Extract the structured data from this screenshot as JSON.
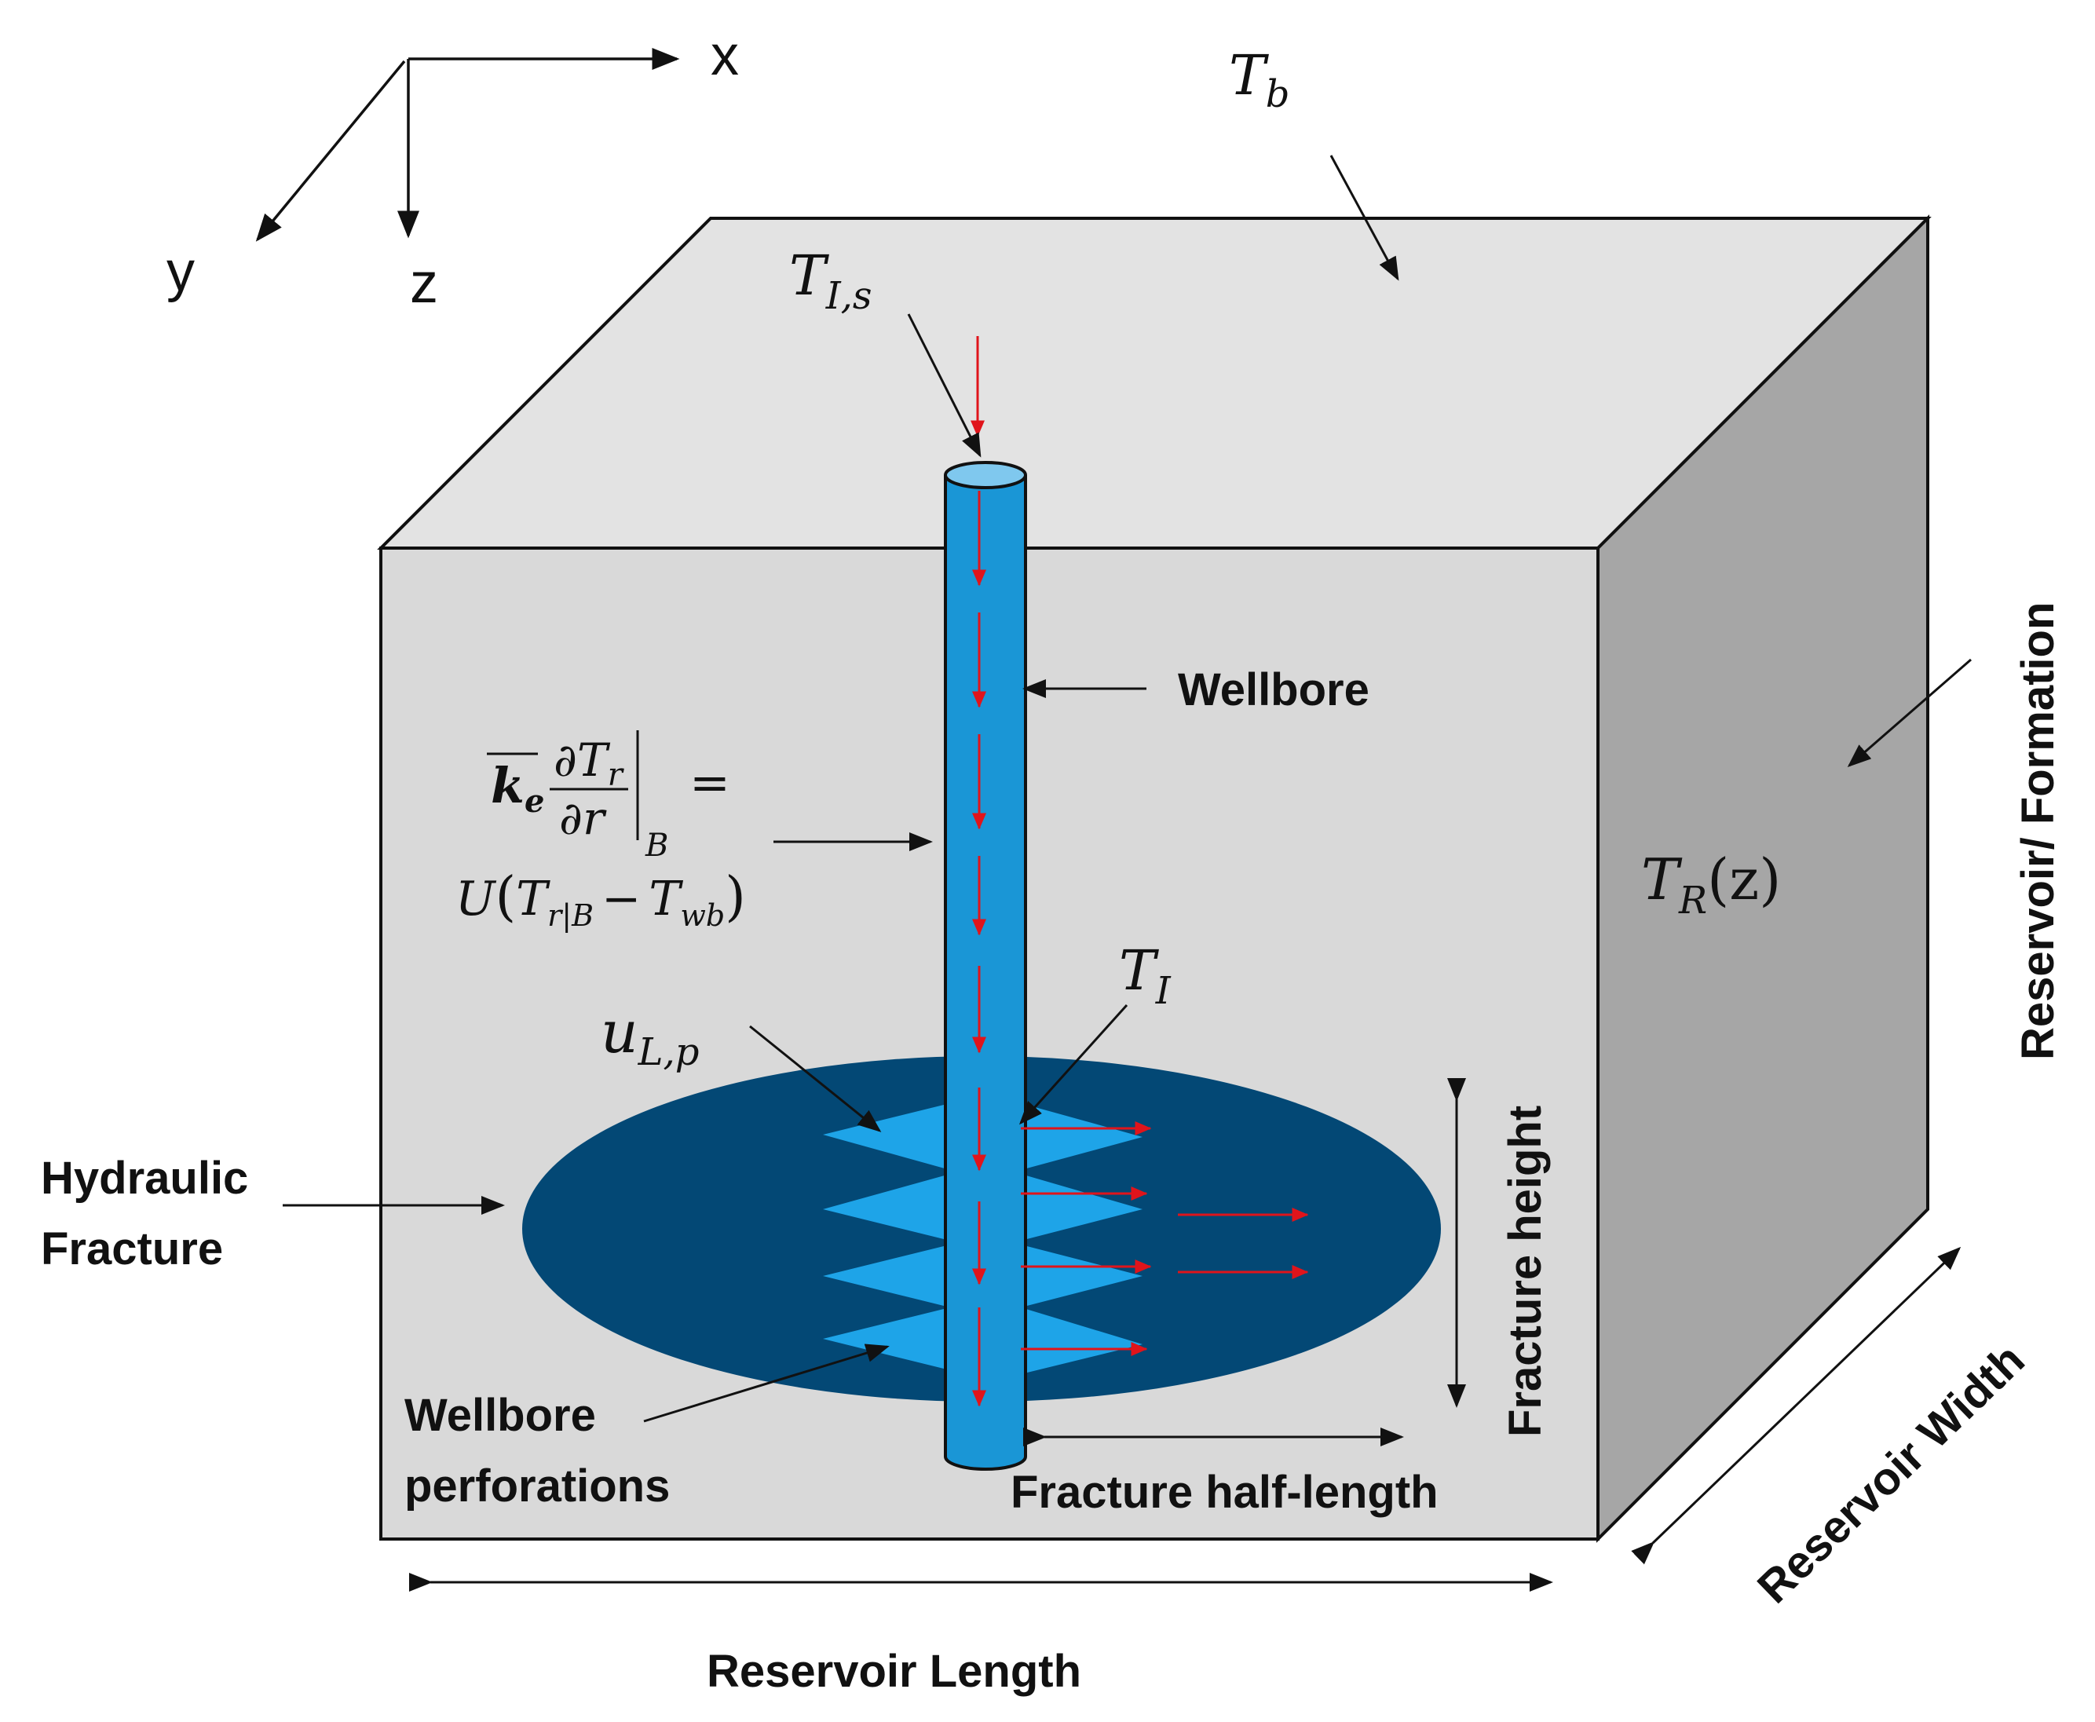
{
  "axes": {
    "x": "x",
    "y": "y",
    "z": "z"
  },
  "labels": {
    "wellbore": "Wellbore",
    "hydraulic_fracture_line1": "Hydraulic",
    "hydraulic_fracture_line2": "Fracture",
    "wellbore_perforations_line1": "Wellbore",
    "wellbore_perforations_line2": "perforations",
    "fracture_height": "Fracture height",
    "fracture_half_length": "Fracture half-length",
    "reservoir_length": "Reservoir Length",
    "reservoir_width": "Reservoir Width",
    "reservoir_formation": "Reservoir/ Formation"
  },
  "math": {
    "T_b": {
      "base": "T",
      "sub": "b"
    },
    "T_Is": {
      "base": "T",
      "sub": "I,s"
    },
    "T_I": {
      "base": "T",
      "sub": "I"
    },
    "u_Lp": {
      "base": "u",
      "sub": "L,p"
    },
    "T_Rz": {
      "base": "T",
      "sub": "R",
      "arg": "(z)"
    },
    "boundary_eq": {
      "k": "k",
      "k_sub": "e",
      "num": "∂T",
      "num_sub": "r",
      "den": "∂r",
      "bar_sub": "B",
      "equals": "=",
      "rhs_u": "U",
      "rhs_open": "(",
      "rhs_t": "T",
      "rhs_t_sub": "r|B",
      "rhs_minus": "−",
      "rhs_t2": "T",
      "rhs_t2_sub": "wb",
      "rhs_close": ")"
    }
  },
  "colors": {
    "box_front": "#d9d9d9",
    "box_top": "#e3e3e3",
    "box_side": "#a6a6a6",
    "fracture": "#034875",
    "wellbore": "#1a96d6",
    "perforation": "#1ea4e8",
    "flow_arrow": "#e0141b",
    "annotation": "#111111"
  }
}
